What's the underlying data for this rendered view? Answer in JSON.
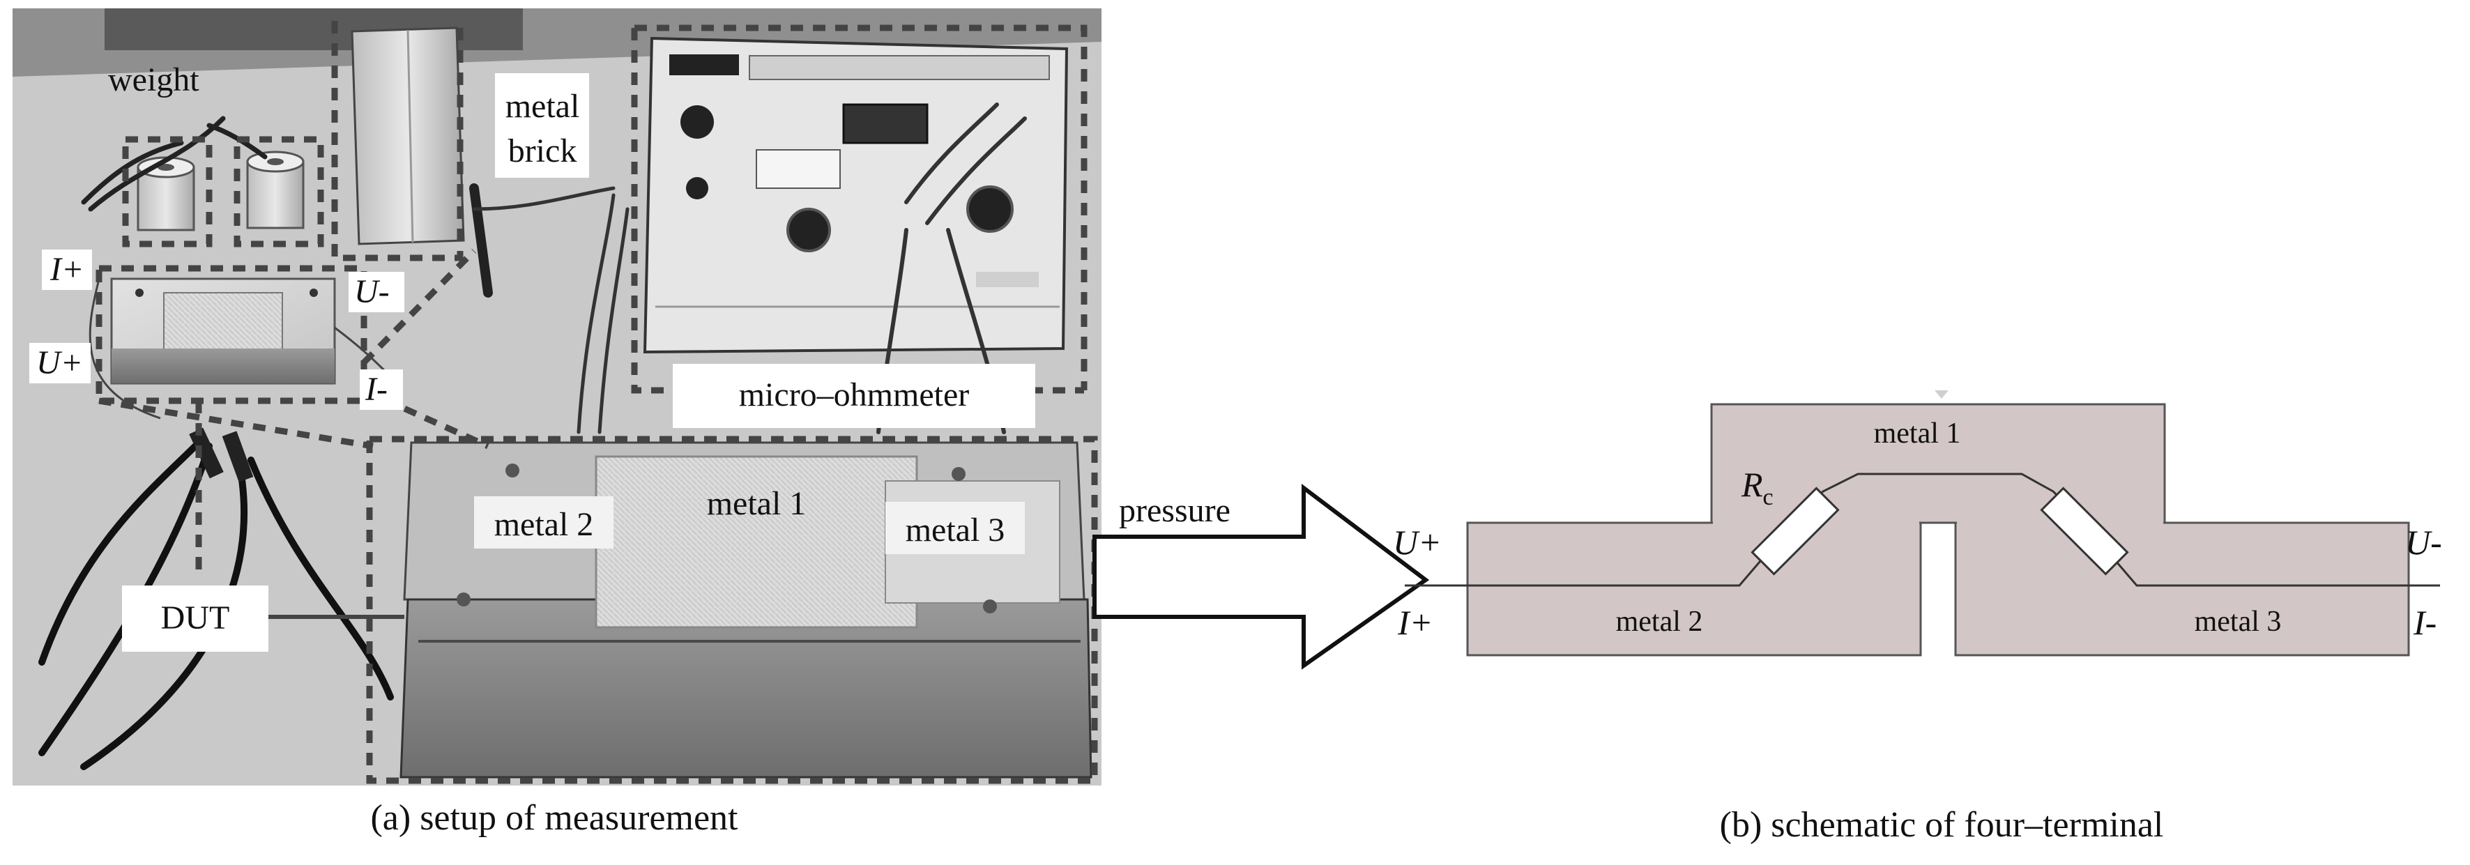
{
  "photo": {
    "labels": {
      "weight": "weight",
      "metal_brick": [
        "metal",
        "brick"
      ],
      "micro_ohmmeter": "micro–ohmmeter",
      "dut": "DUT",
      "metal1": "metal 1",
      "metal2": "metal 2",
      "metal3": "metal 3",
      "i_plus": "I+",
      "u_plus": "U+",
      "u_minus": "U-",
      "i_minus": "I-"
    },
    "caption": "(a) setup of measurement"
  },
  "arrow": {
    "label": "pressure"
  },
  "schematic": {
    "labels": {
      "metal1": "metal 1",
      "metal2": "metal 2",
      "metal3": "metal 3",
      "rc_main": "R",
      "rc_sub": "c",
      "u_plus": "U+",
      "i_plus": "I+",
      "u_minus": "U-",
      "i_minus": "I-"
    },
    "caption": "(b) schematic of four–terminal"
  },
  "colors": {
    "metal_fill": "#d3c6c6",
    "outline": "#555555",
    "dash": "#444444"
  }
}
